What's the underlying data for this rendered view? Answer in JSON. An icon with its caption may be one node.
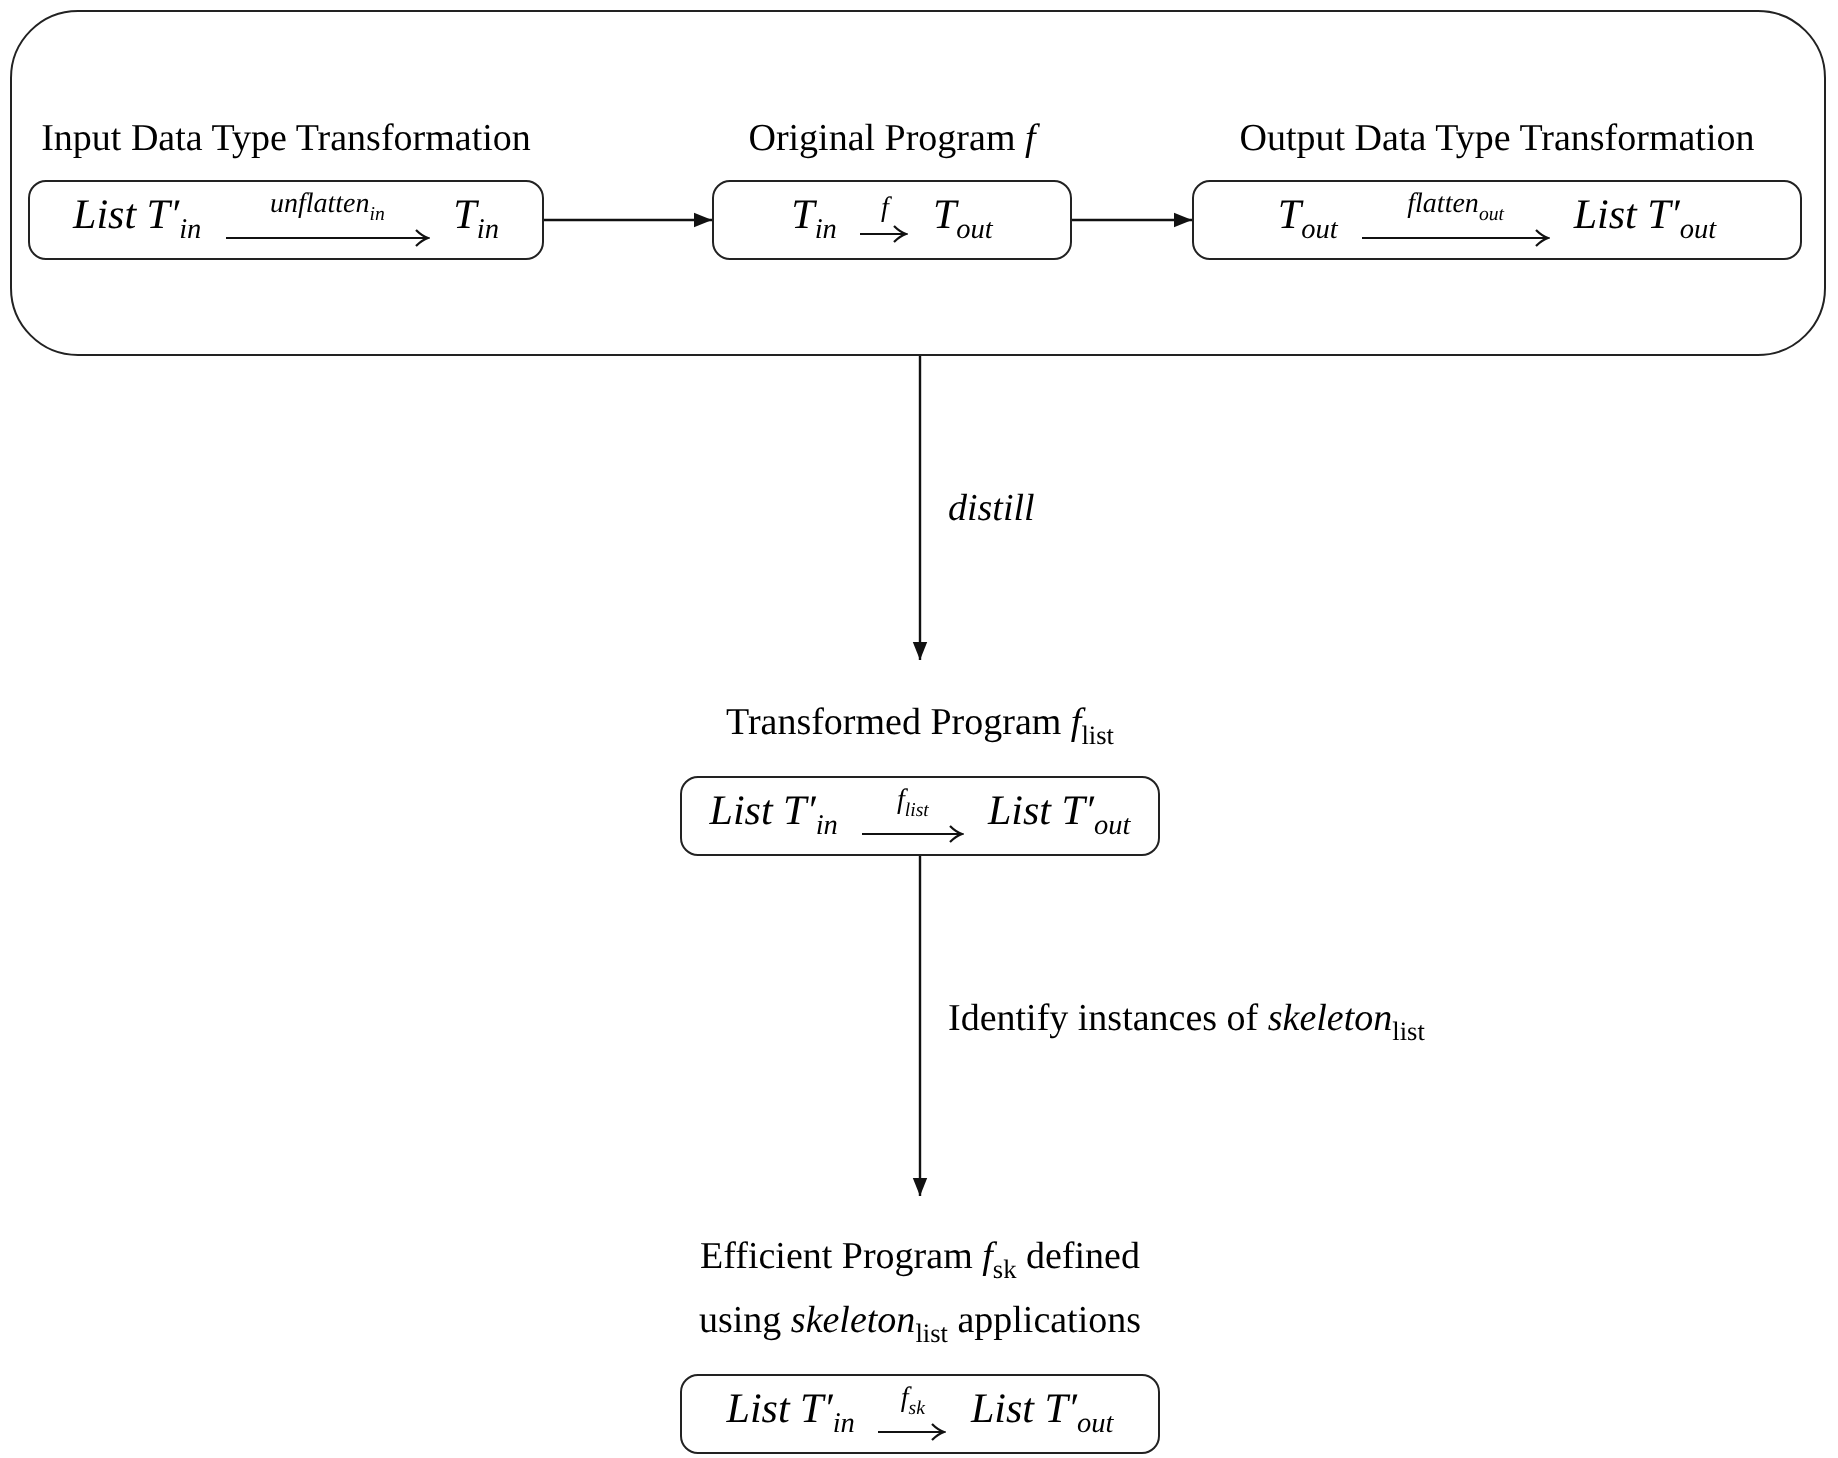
{
  "diagram": {
    "nodes": [
      {
        "text": [],
        "shape": "box"
      },
      {
        "text": [
          "Input Data Type Transformation",
          "List T′$_{in}$",
          "unflatten$_{in}$",
          "T$_{in}$"
        ],
        "in": 0
      },
      {
        "text": [
          "Original Program *f*",
          "T$_{in}$",
          "f",
          "T$_{out}$"
        ],
        "in": 0
      },
      {
        "text": [
          "Output Data Type Transformation",
          "T$_{out}$",
          "flatten$_{out}$",
          "List T′$_{out}$"
        ],
        "in": 0
      },
      {
        "text": [
          "Transformed Program *f*$_{list}$",
          "List T′$_{in}$",
          "f$_{list}$",
          "List T′$_{out}$"
        ]
      },
      {
        "text": [
          "Efficient Program *f*$_{sk}$ defined using *skeleton*$_{list}$ applications",
          "List T′$_{in}$",
          "f$_{sk}$",
          "List T′$_{out}$"
        ]
      }
    ],
    "edges": [
      {
        "from": 1,
        "to": 2,
        "arrow": "to"
      },
      {
        "from": 2,
        "to": 3,
        "arrow": "to"
      },
      {
        "from": 0,
        "to": 4,
        "arrow": "to",
        "label": "distill"
      },
      {
        "from": 4,
        "to": 5,
        "arrow": "to",
        "label": "Identify instances of *skeleton*$_{list}$"
      }
    ]
  }
}
